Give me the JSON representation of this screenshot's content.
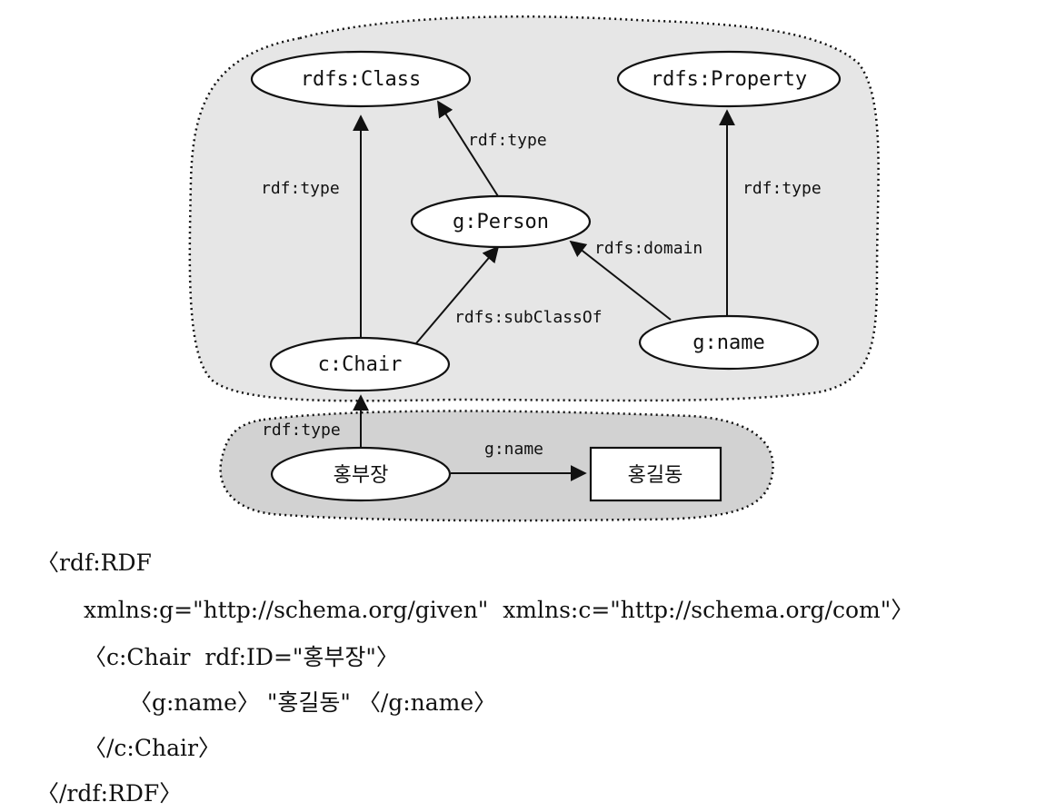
{
  "diagram": {
    "nodes": {
      "rdfs_class": "rdfs:Class",
      "rdfs_property": "rdfs:Property",
      "g_person": "g:Person",
      "c_chair": "c:Chair",
      "g_name": "g:name",
      "hong_bujang": "홍부장",
      "hong_gildong": "홍길동"
    },
    "edges": {
      "chair_type": "rdf:type",
      "person_type": "rdf:type",
      "name_type": "rdf:type",
      "domain": "rdfs:domain",
      "subclass": "rdfs:subClassOf",
      "instance_type": "rdf:type",
      "instance_name": "g:name"
    },
    "colors": {
      "schema_region": "#e6e6e6",
      "instance_region": "#d2d2d2",
      "outline": "#111111"
    }
  },
  "code": [
    "〈rdf:RDF",
    "xmlns:g=\"http://schema.org/given\"  xmlns:c=\"http://schema.org/com\"〉",
    "〈c:Chair  rdf:ID=\"홍부장\"〉",
    "〈g:name〉 \"홍길동\" 〈/g:name〉",
    "〈/c:Chair〉",
    "〈/rdf:RDF〉"
  ]
}
